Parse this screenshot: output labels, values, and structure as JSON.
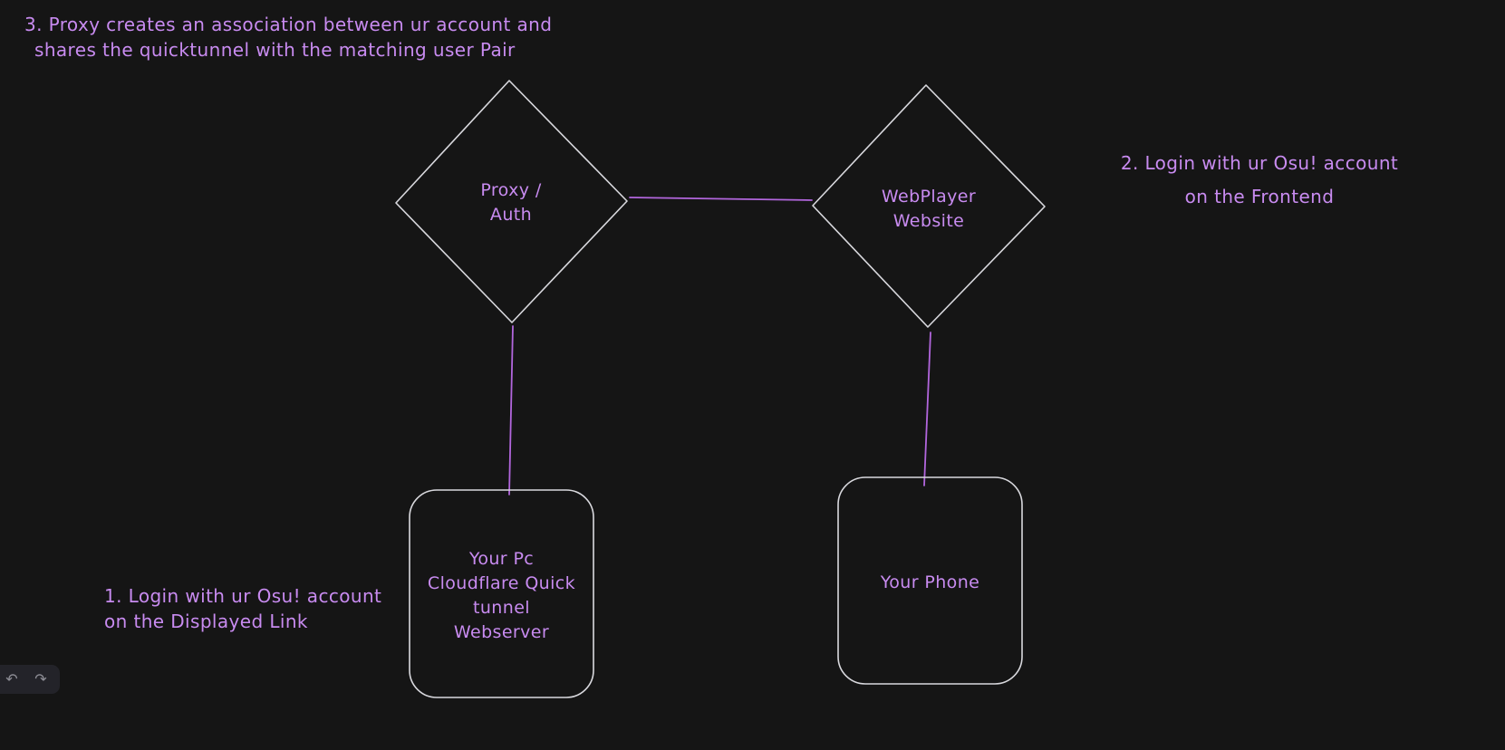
{
  "colors": {
    "background": "#151515",
    "shape_stroke": "#d9d9de",
    "accent_text": "#c88bf0",
    "accent_line": "#b266dd",
    "toolbar_background": "#232329",
    "toolbar_icon": "#8e8e96"
  },
  "annotations": {
    "note3": {
      "lines": [
        "3. Proxy creates an association between ur account and",
        "shares the quicktunnel with the matching user Pair"
      ]
    },
    "note2": {
      "lines": [
        "2. Login with ur Osu! account",
        "on the Frontend"
      ]
    },
    "note1": {
      "lines": [
        "1. Login with ur Osu! account",
        "on the Displayed Link"
      ]
    }
  },
  "nodes": {
    "proxy_auth": {
      "lines": [
        "Proxy /",
        "Auth"
      ]
    },
    "webplayer": {
      "lines": [
        "WebPlayer",
        "Website"
      ]
    },
    "pc_tunnel": {
      "lines": [
        "Your Pc",
        "Cloudflare Quick",
        "tunnel",
        "Webserver"
      ]
    },
    "phone": {
      "lines": [
        "Your Phone"
      ]
    }
  },
  "toolbar": {
    "undo": "↶",
    "redo": "↷"
  }
}
